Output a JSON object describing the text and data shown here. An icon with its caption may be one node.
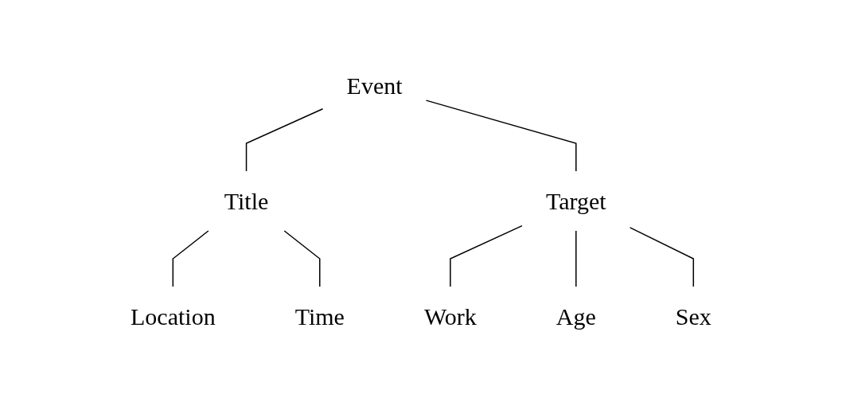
{
  "diagram": {
    "nodes": [
      {
        "text": [
          "Event"
        ]
      },
      {
        "text": [
          "Title"
        ]
      },
      {
        "text": [
          "Target"
        ]
      },
      {
        "text": [
          "Location"
        ]
      },
      {
        "text": [
          "Time"
        ]
      },
      {
        "text": [
          "Work"
        ]
      },
      {
        "text": [
          "Age"
        ]
      },
      {
        "text": [
          "Sex"
        ]
      }
    ],
    "edges": [
      {
        "from": 0,
        "to": 1,
        "arrow": "none"
      },
      {
        "from": 0,
        "to": 2,
        "arrow": "none"
      },
      {
        "from": 1,
        "to": 3,
        "arrow": "none"
      },
      {
        "from": 1,
        "to": 4,
        "arrow": "none"
      },
      {
        "from": 2,
        "to": 5,
        "arrow": "none"
      },
      {
        "from": 2,
        "to": 6,
        "arrow": "none"
      },
      {
        "from": 2,
        "to": 7,
        "arrow": "none"
      }
    ]
  }
}
